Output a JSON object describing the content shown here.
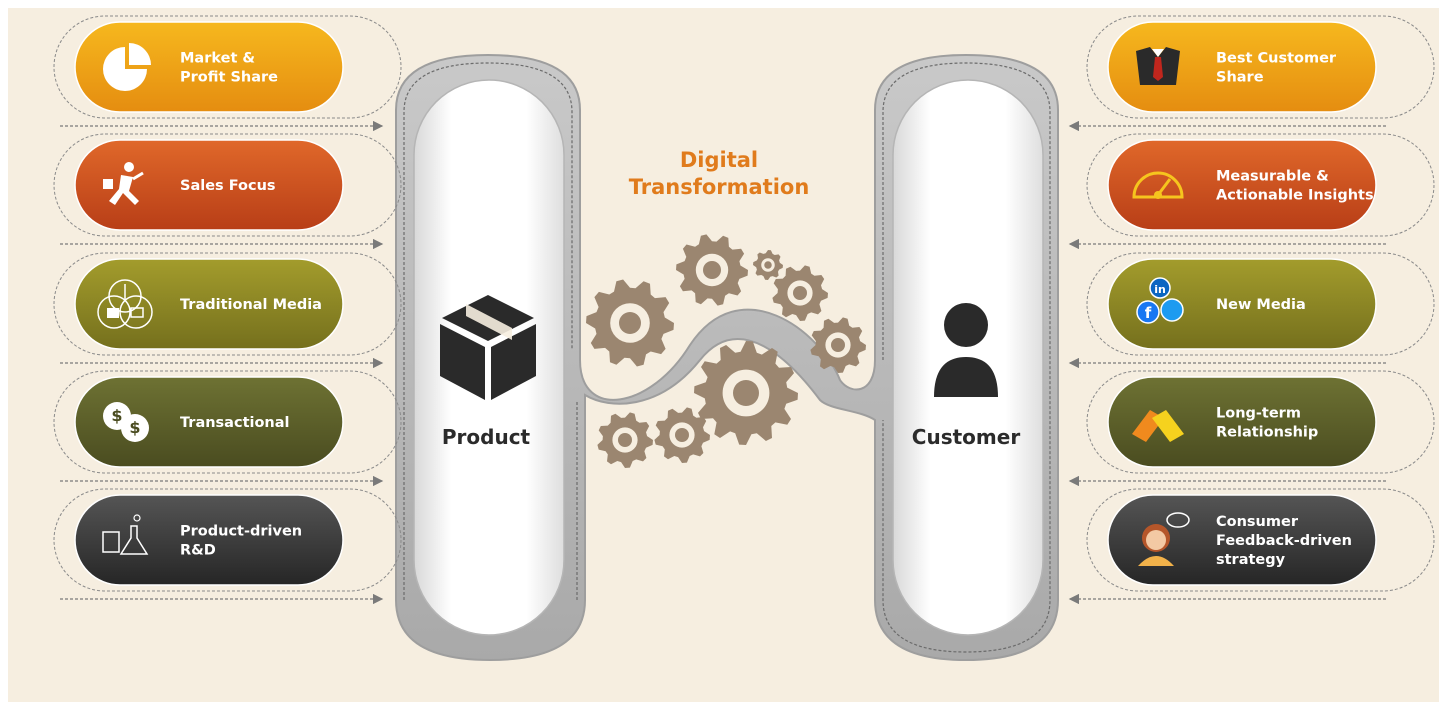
{
  "title": {
    "line1": "Digital",
    "line2": "Transformation"
  },
  "product": {
    "label": "Product",
    "icon": "box-icon"
  },
  "customer": {
    "label": "Customer",
    "icon": "person-icon"
  },
  "left_items": [
    {
      "line1": "Market &",
      "line2": "Profit Share",
      "icon": "pie-chart-icon",
      "color": "#f2a213"
    },
    {
      "line1": "Sales Focus",
      "line2": "",
      "icon": "running-businessman-icon",
      "color": "#d3561e"
    },
    {
      "line1": "Traditional Media",
      "line2": "",
      "icon": "broadcast-media-icon",
      "color": "#8f8b24"
    },
    {
      "line1": "Transactional",
      "line2": "",
      "icon": "dollar-coins-icon",
      "color": "#5f6328"
    },
    {
      "line1": "Product-driven",
      "line2": "R&D",
      "icon": "lab-flask-chip-icon",
      "color": "#3a3a3a"
    }
  ],
  "right_items": [
    {
      "line1": "Best Customer",
      "line2": "Share",
      "icon": "suit-tie-icon",
      "color": "#f2a213"
    },
    {
      "line1": "Measurable &",
      "line2": "Actionable Insights",
      "icon": "speedometer-icon",
      "color": "#d3561e"
    },
    {
      "line1": "New Media",
      "line2": "",
      "icon": "social-media-icon",
      "color": "#8f8b24"
    },
    {
      "line1": "Long-term",
      "line2": "Relationship",
      "icon": "handshake-icon",
      "color": "#5f6328"
    },
    {
      "line1": "Consumer",
      "line2": "Feedback-driven",
      "line3": "strategy",
      "icon": "woman-speech-icon",
      "color": "#3a3a3a"
    }
  ],
  "colors": {
    "background": "#f6eee0",
    "gear": "#9b8670",
    "title": "#e07b1c",
    "arrow": "#7a7a7a"
  }
}
